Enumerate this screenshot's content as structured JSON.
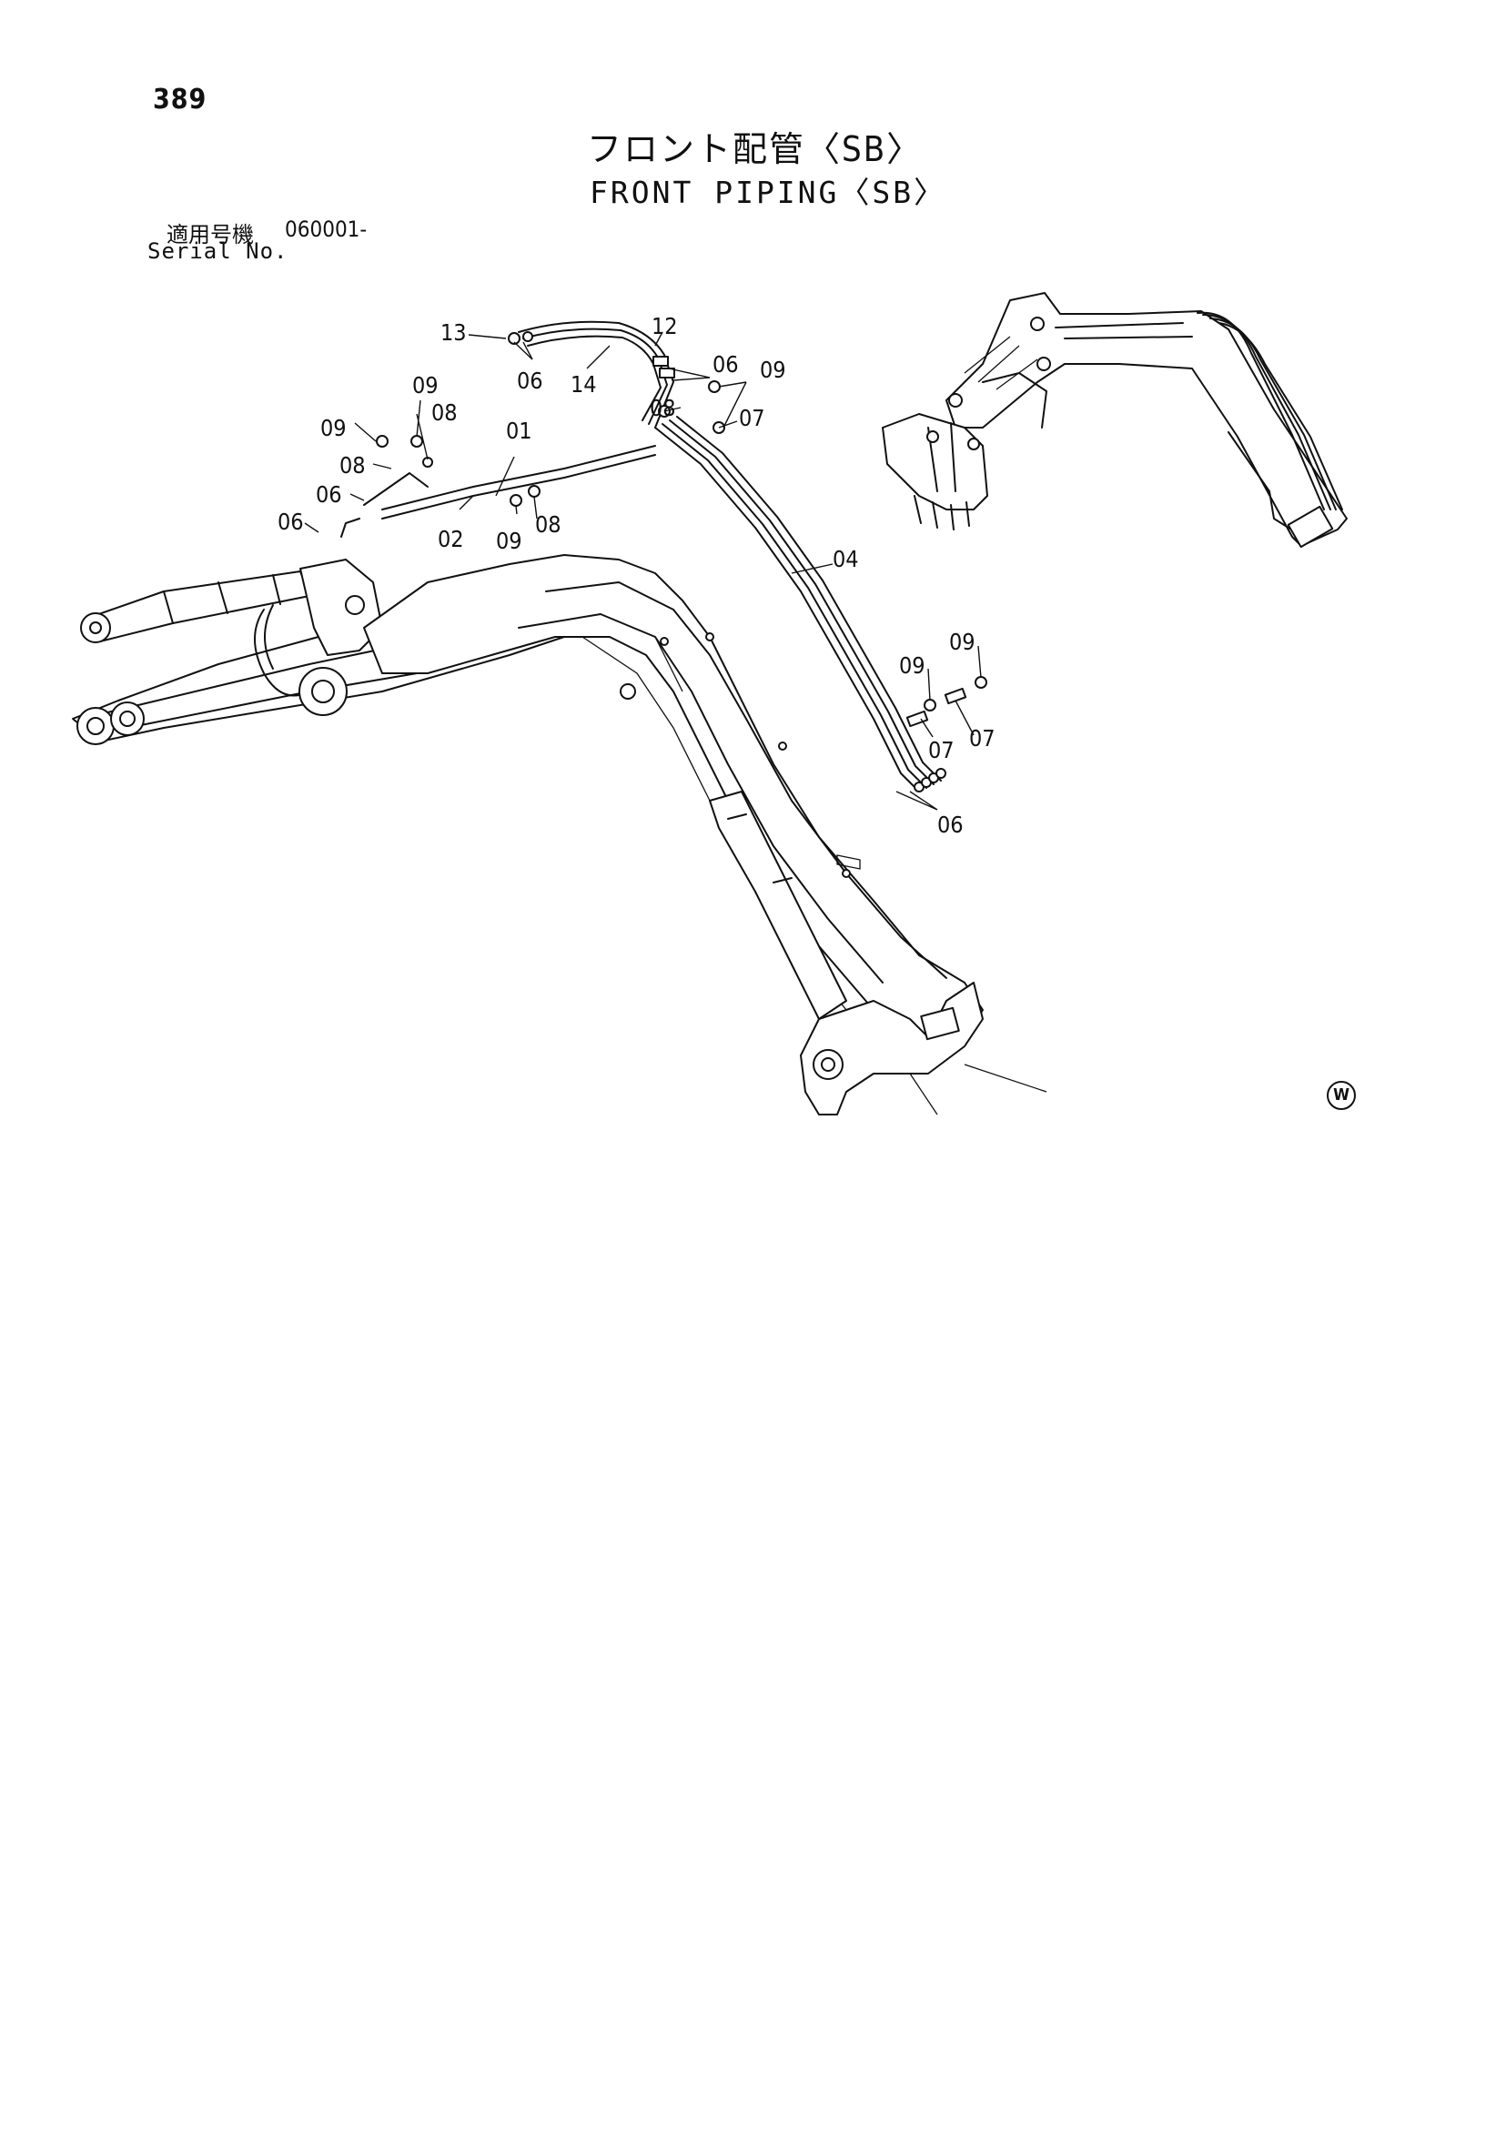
{
  "page_number": "389",
  "title_jp": "フロント配管〈SB〉",
  "title_en": "FRONT PIPING〈SB〉",
  "serial": {
    "label_jp": "適用号機",
    "value": "060001-",
    "label_en": "Serial No."
  },
  "callouts": {
    "c13": "13",
    "c06_top": "06",
    "c14": "14",
    "c12": "12",
    "c06_tr": "06",
    "c09_tr": "09",
    "c08_mid": "08",
    "c07_mid": "07",
    "c09_tl": "09",
    "c08_tl": "08",
    "c09_l": "09",
    "c01": "01",
    "c08_l": "08",
    "c06_l1": "06",
    "c06_l2": "06",
    "c02": "02",
    "c09_b": "09",
    "c08_b": "08",
    "c04": "04",
    "c09_r1": "09",
    "c09_r2": "09",
    "c07_r1": "07",
    "c07_r2": "07",
    "c06_r": "06"
  },
  "mark": "W",
  "icons": {
    "mark": "circled-w-icon"
  }
}
